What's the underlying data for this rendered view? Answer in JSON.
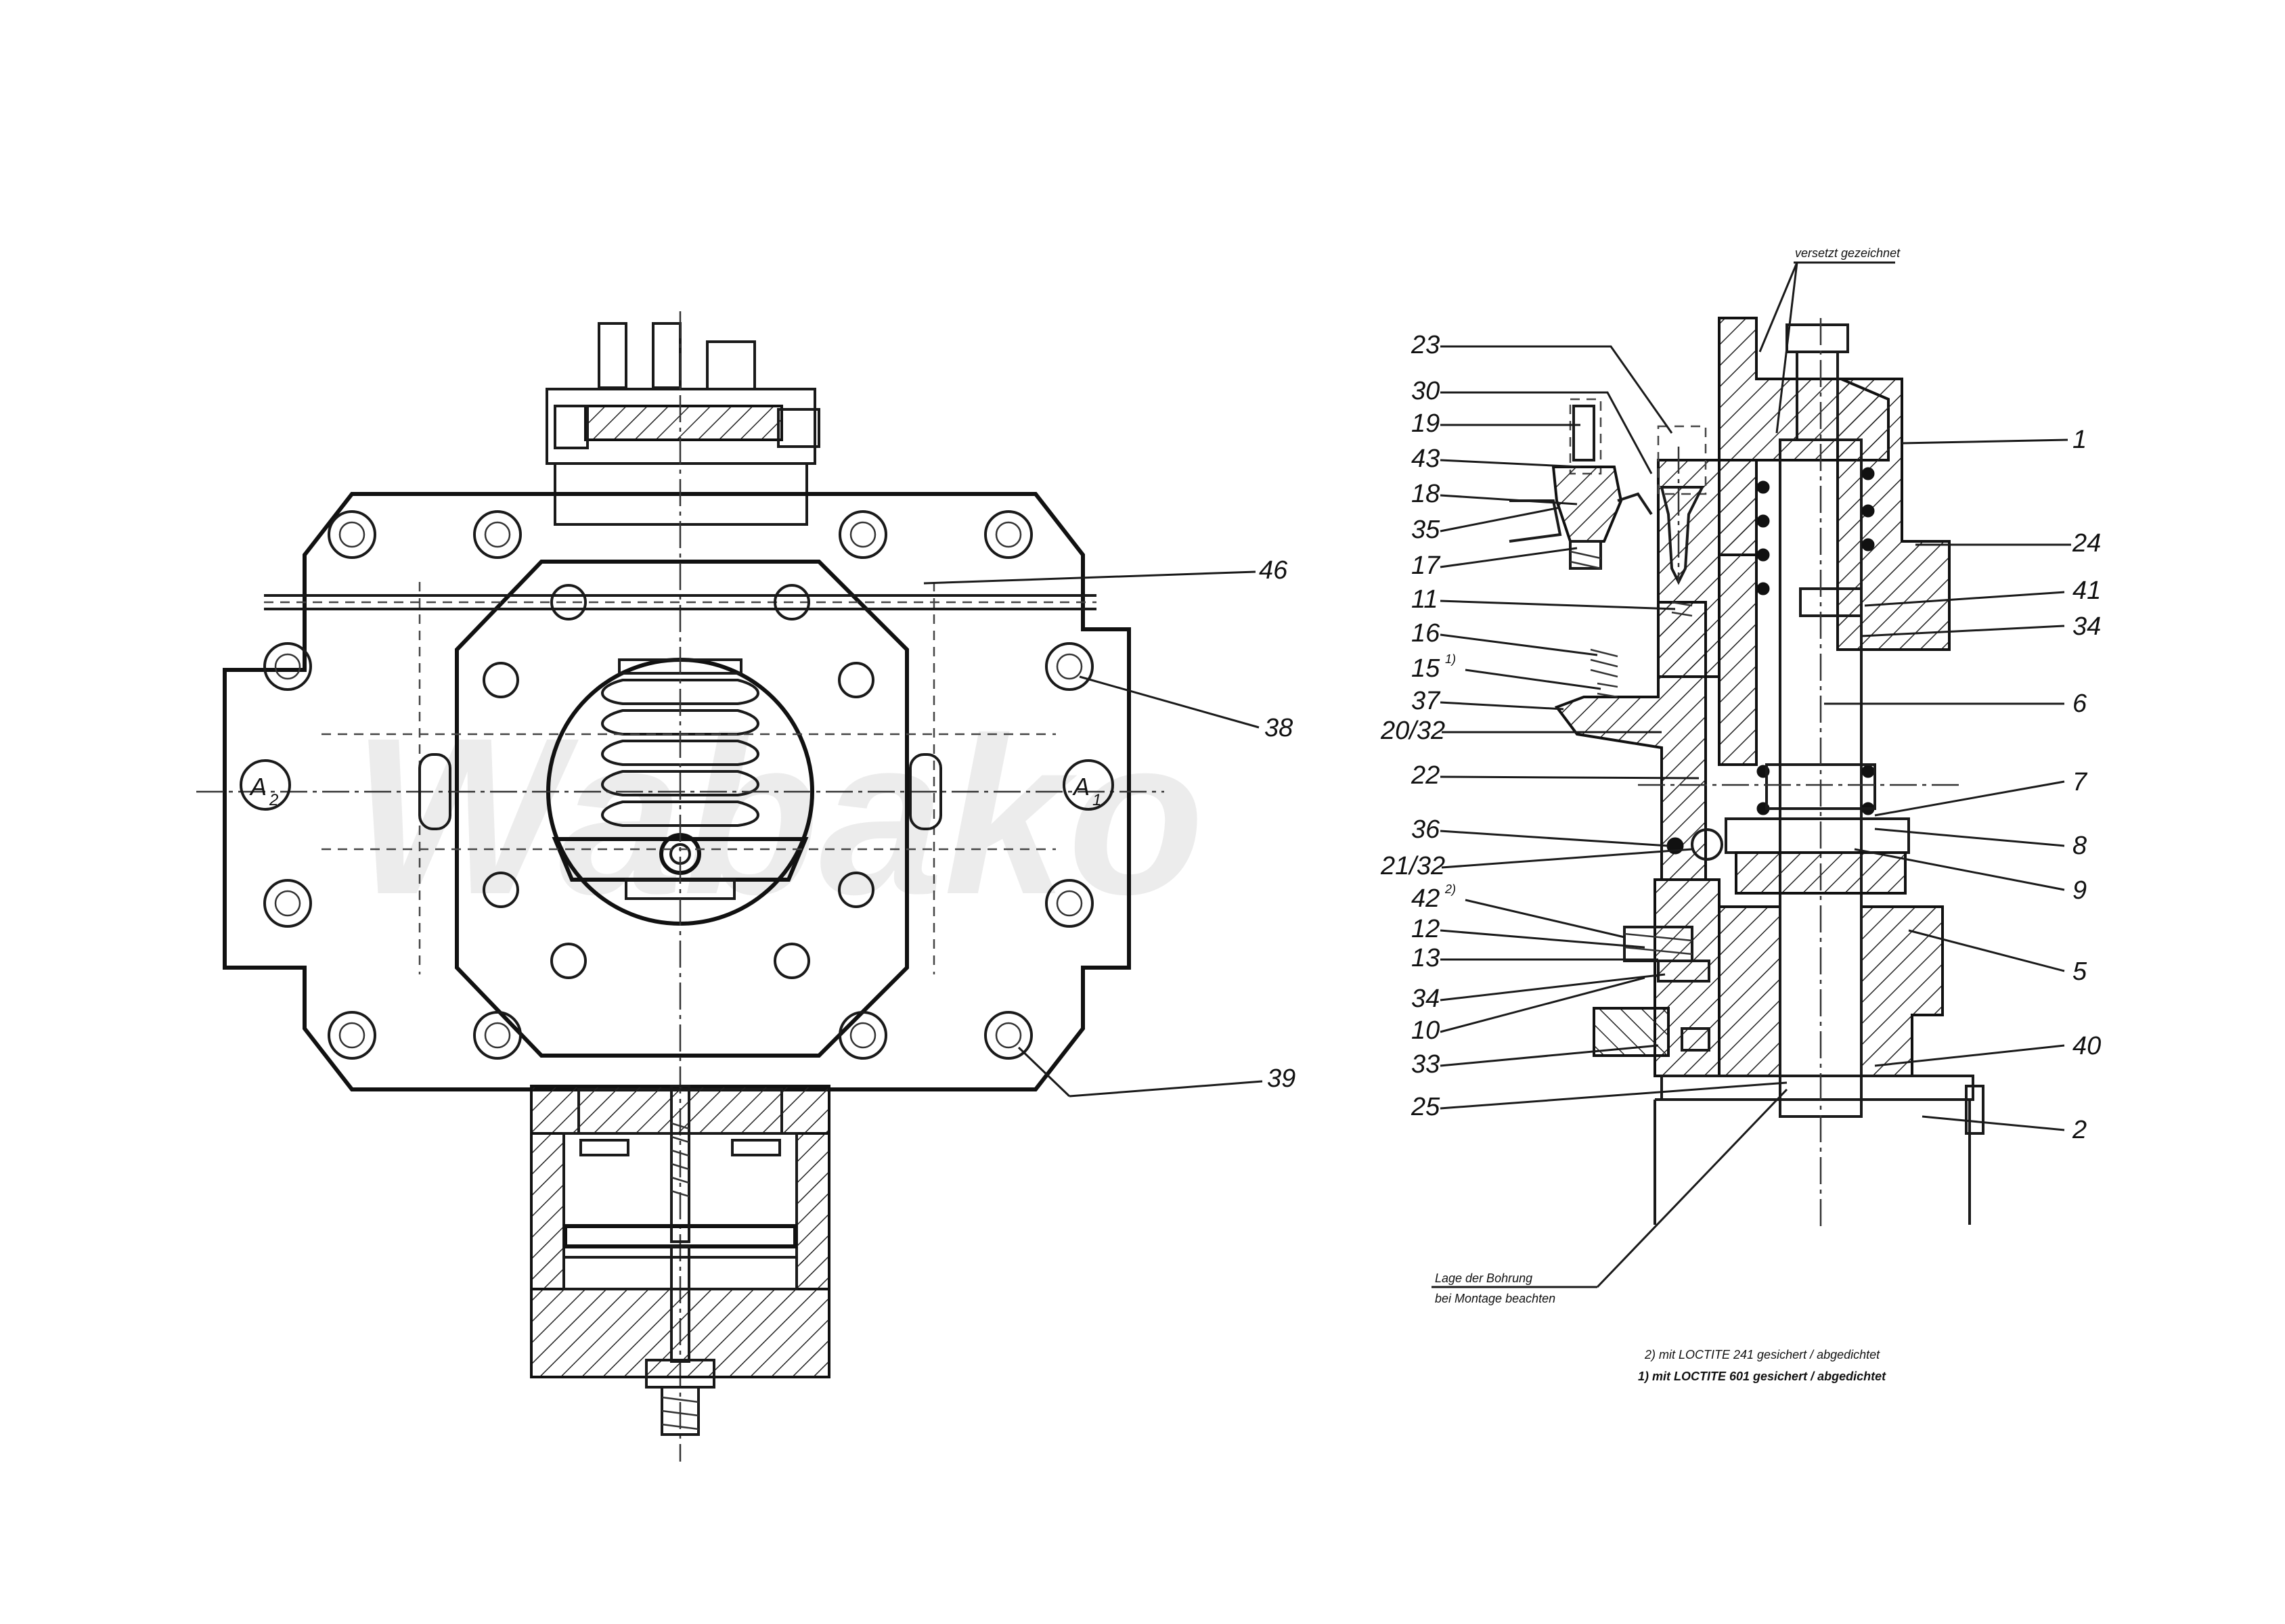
{
  "watermark": "Wabako",
  "left_view": {
    "callouts": [
      {
        "label": "46"
      },
      {
        "label": "38"
      },
      {
        "label": "39"
      }
    ],
    "markers": {
      "a1_main": "A",
      "a1_sub": "1",
      "a2_main": "A",
      "a2_sub": "2"
    }
  },
  "right_view": {
    "top_note": "versetzt gezeichnet",
    "left_callouts": [
      "23",
      "30",
      "19",
      "43",
      "18",
      "35",
      "17",
      "11",
      "16",
      "15",
      "37",
      "20/32",
      "22",
      "36",
      "21/32",
      "42",
      "12",
      "13",
      "34",
      "10",
      "33",
      "25"
    ],
    "superscripts": {
      "15": "1)",
      "42": "2)"
    },
    "right_callouts": [
      "1",
      "24",
      "41",
      "34",
      "6",
      "7",
      "8",
      "9",
      "5",
      "40",
      "2"
    ],
    "bore_note": {
      "line1": "Lage der Bohrung",
      "line2": "bei Montage beachten"
    }
  },
  "footnotes": {
    "note2": "2) mit  LOCTITE 241 gesichert / abgedichtet",
    "note1": "1) mit  LOCTITE 601 gesichert / abgedichtet"
  }
}
